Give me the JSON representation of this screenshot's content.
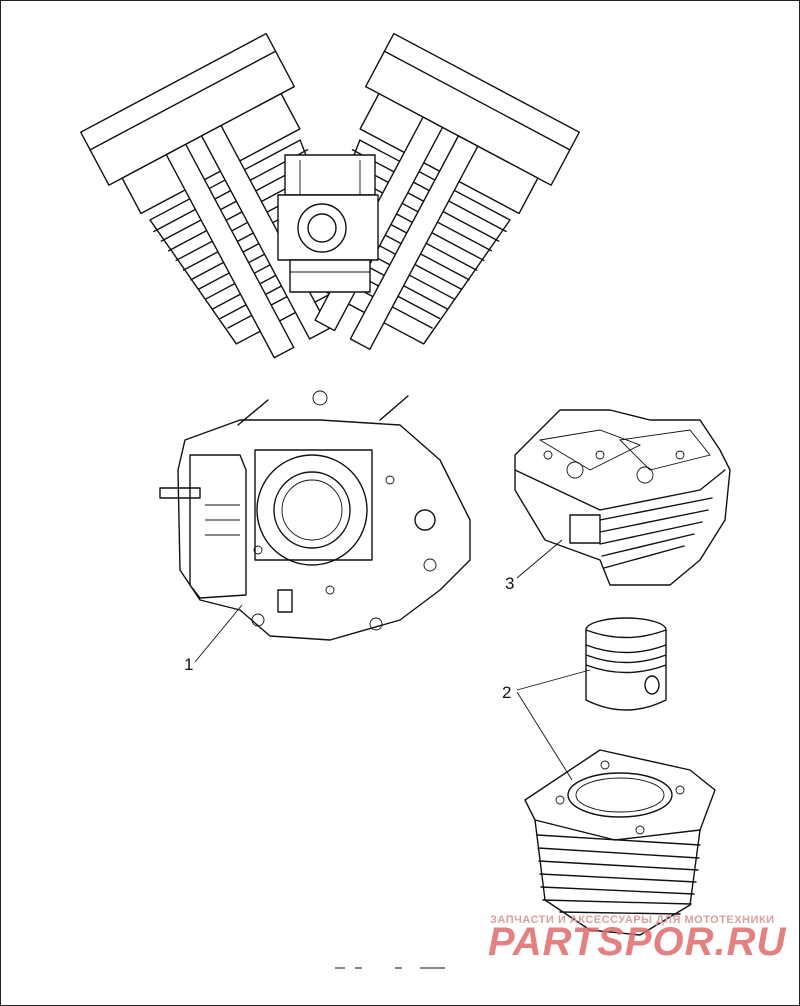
{
  "callouts": [
    {
      "label": "1",
      "part": "engine-assembly"
    },
    {
      "label": "2",
      "part": "piston-and-cylinder"
    },
    {
      "label": "3",
      "part": "cylinder-head"
    }
  ],
  "watermark": {
    "line1": "ЗАПЧАСТИ И АКСЕССУАРЫ ДЛЯ МОТОТЕХНИКИ",
    "line2": "PARTSPOR.RU",
    "color": "#e06a6a"
  }
}
